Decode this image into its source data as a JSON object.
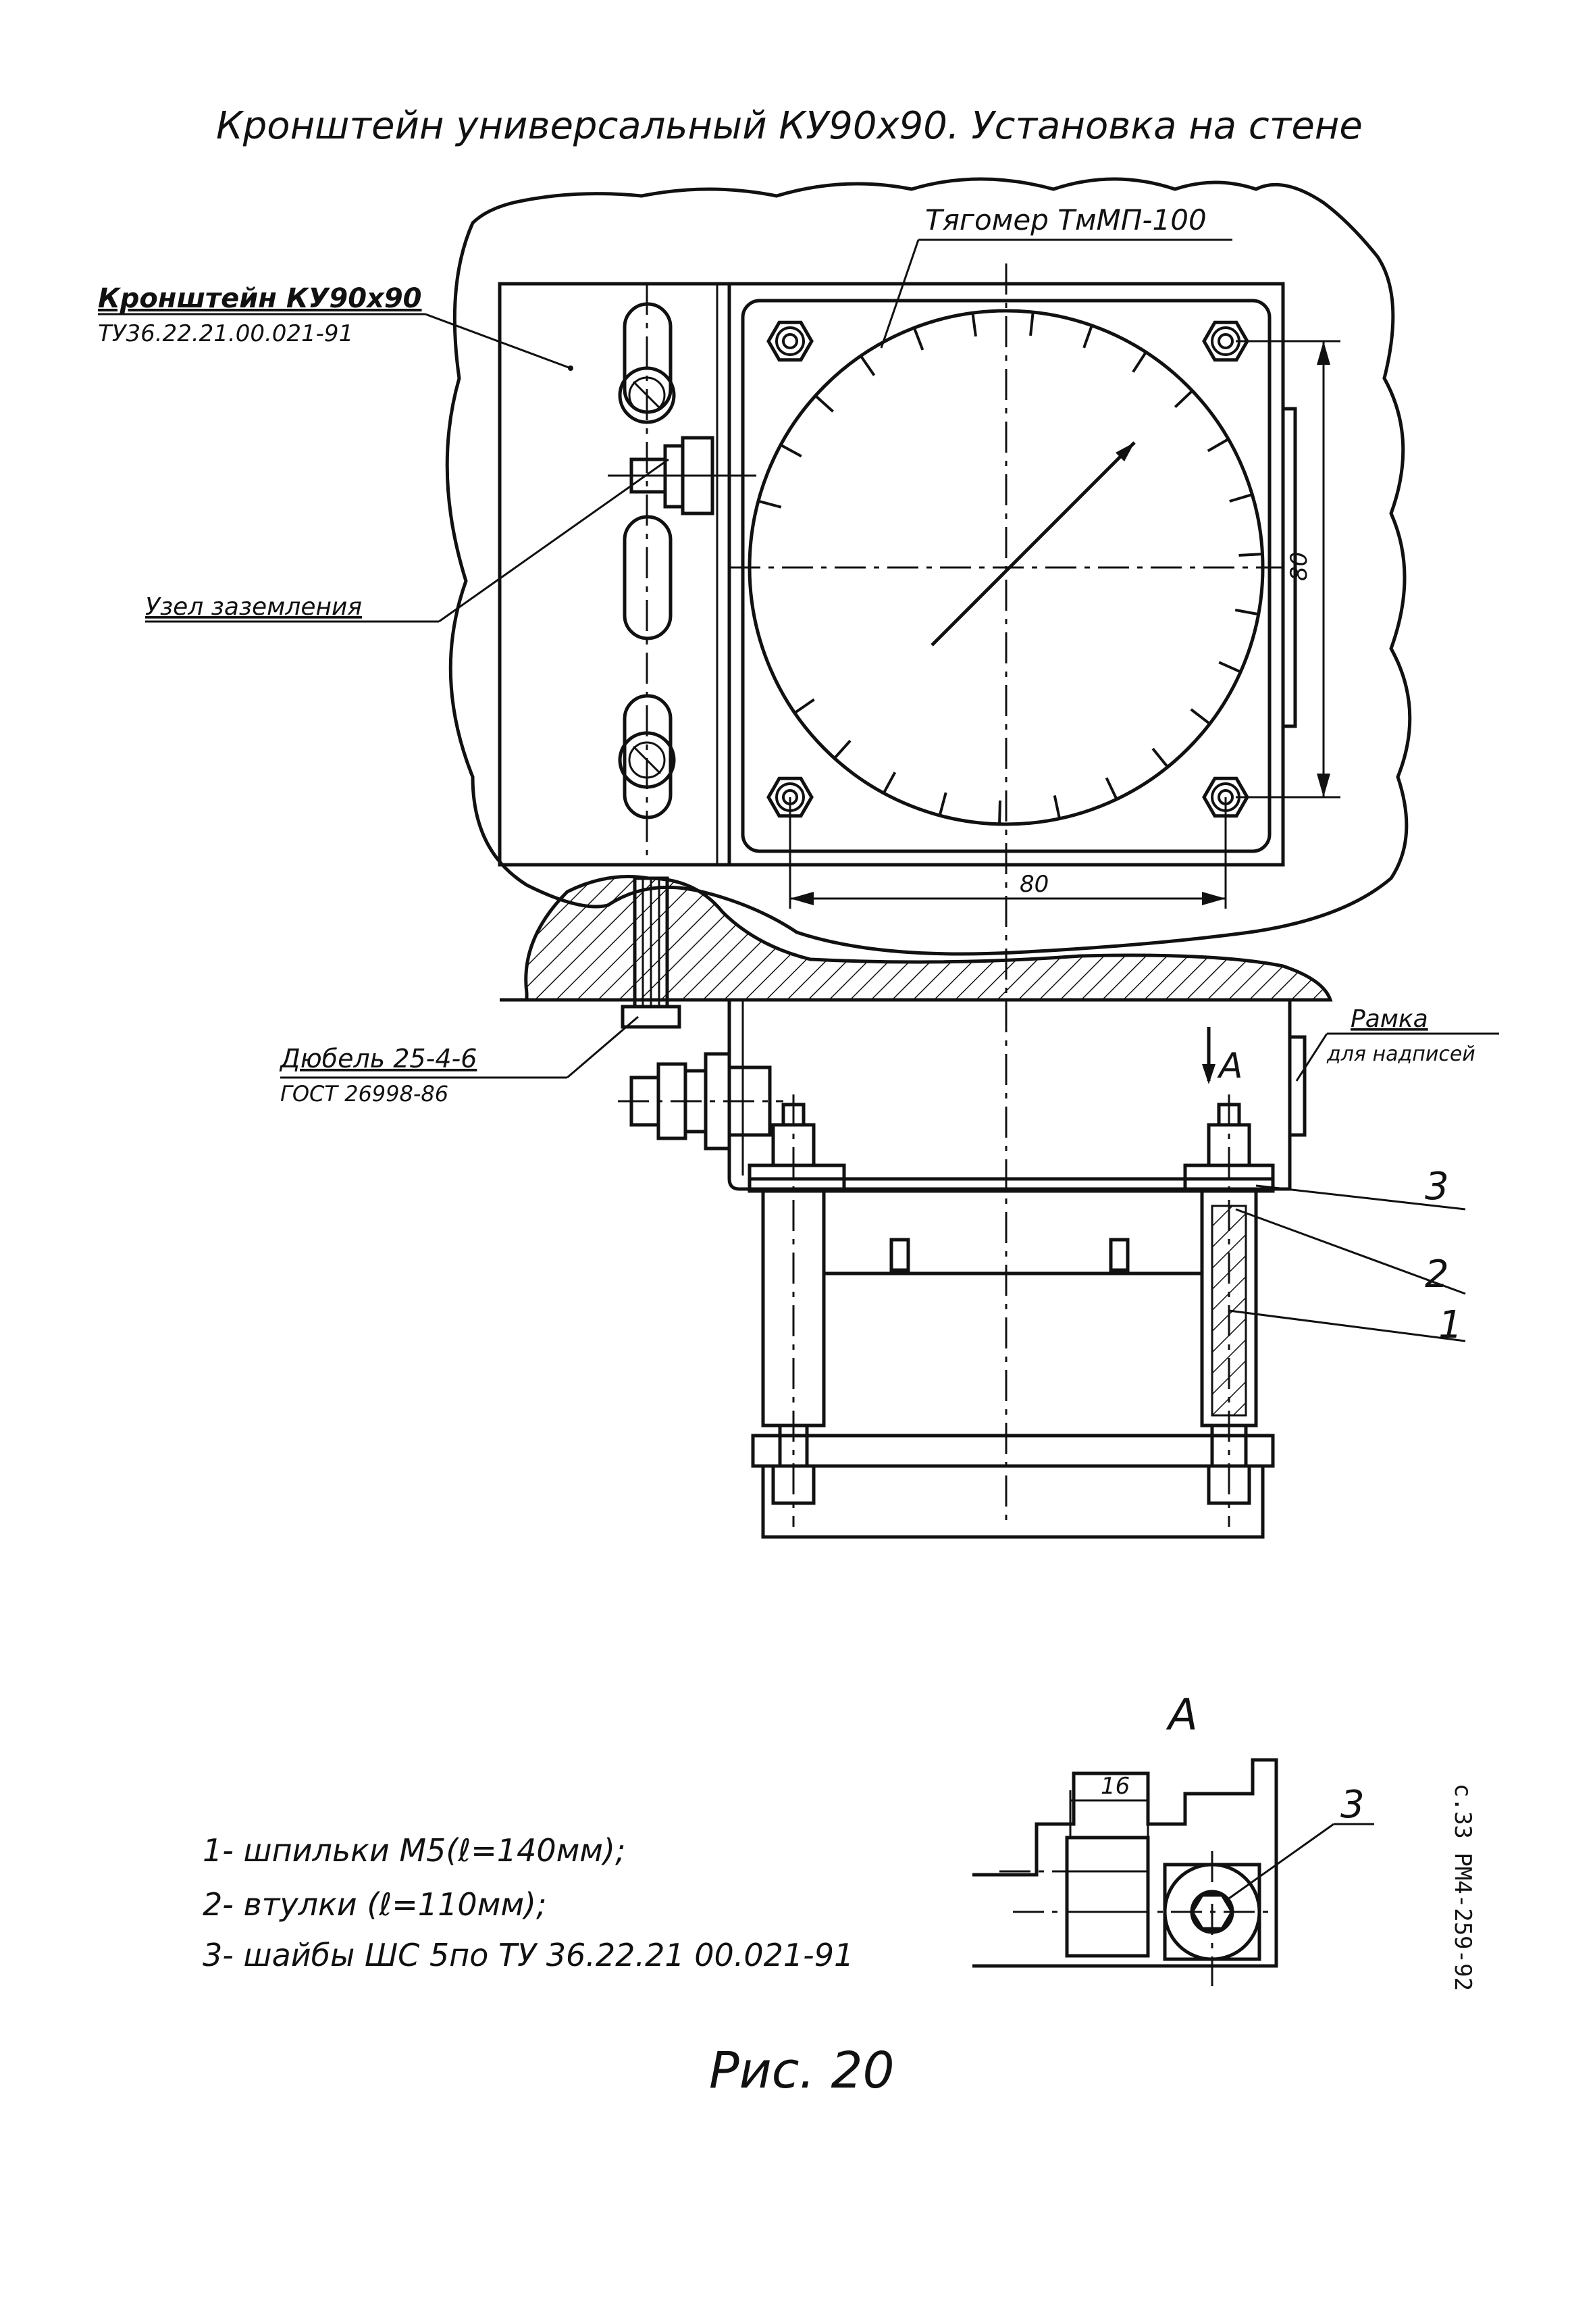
{
  "title": "Кронштейн универсальный КУ90х90. Установка на стене",
  "labels": {
    "bracket_line1": "Кронштейн КУ90х90",
    "bracket_line2": "ТУ36.22.21.00.021-91",
    "gauge": "Тягомер ТмМП-100",
    "grounding": "Узел заземления",
    "dowel_line1": "Дюбель 25-4-6",
    "dowel_line2": "ГОСТ 26998-86",
    "frame_line1": "Рамка",
    "frame_line2": "для надписей",
    "view_arrow": "А",
    "pos3": "3",
    "pos2": "2",
    "pos1": "1",
    "dim_80_h": "80",
    "dim_80_v": "80"
  },
  "view_a": {
    "title": "А",
    "dim_16": "16",
    "pos3": "3"
  },
  "legend": [
    "1- шпильки М5(ℓ=140мм);",
    "2- втулки (ℓ=110мм);",
    "3- шайбы ШС 5по ТУ 36.22.21 00.021-91"
  ],
  "figure_caption": "Рис. 20",
  "side_note": "с.33 РМ4-259-92"
}
